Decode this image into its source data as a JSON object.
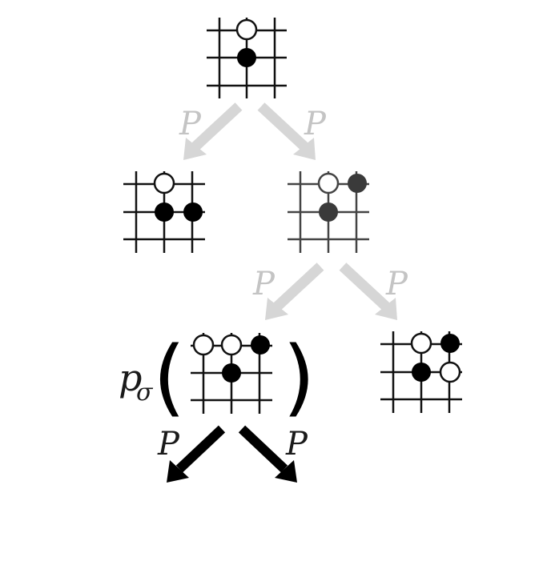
{
  "diagram": {
    "arrow_label": "P",
    "policy_label": {
      "main": "p",
      "subscript": "σ",
      "open_paren": "(",
      "close_paren": ")"
    }
  },
  "colors": {
    "background": "#ffffff",
    "grid_dark": "#111111",
    "grid_mid": "#444444",
    "faded_arrow": "#d6d6d6",
    "bold_arrow": "#000000",
    "faded_label": "#c4c4c4",
    "bold_label": "#1a1a1a",
    "black_stone": "#000000",
    "dark_stone": "#3a3a3a",
    "white_stone": "#ffffff"
  }
}
